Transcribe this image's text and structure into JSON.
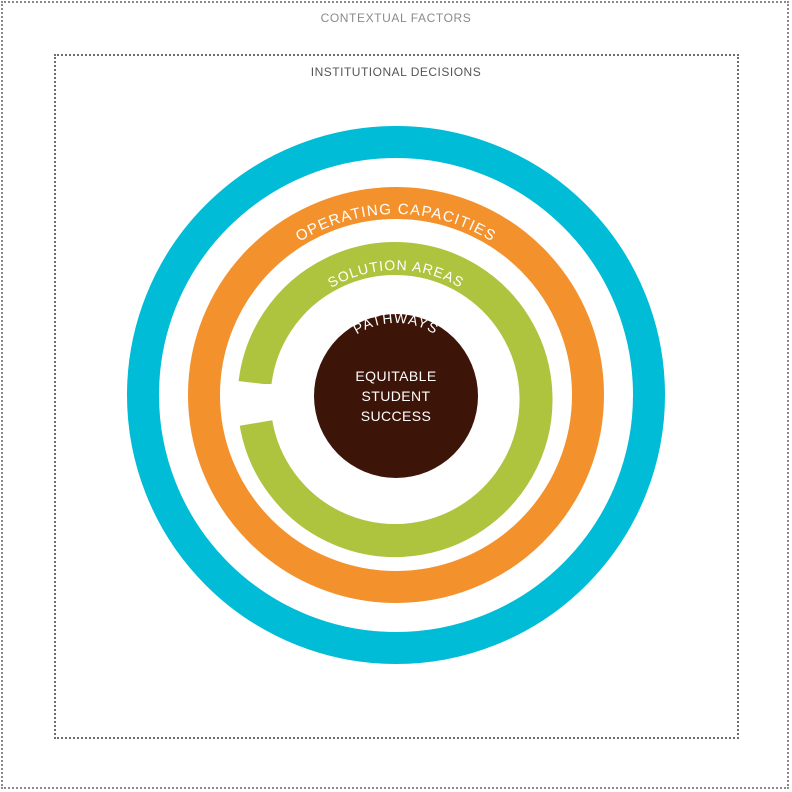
{
  "frames": {
    "outer_label": "CONTEXTUAL FACTORS",
    "inner_label": "INSTITUTIONAL DECISIONS"
  },
  "rings": [
    {
      "label": "OPERATING CAPACITIES",
      "color": "#00bcd6"
    },
    {
      "label": "SOLUTION AREAS",
      "color": "#f3922d"
    },
    {
      "label": "PATHWAYS",
      "color": "#aec43f"
    }
  ],
  "center": {
    "lines": [
      "EQUITABLE",
      "STUDENT",
      "SUCCESS"
    ],
    "color": "#3d1408"
  }
}
